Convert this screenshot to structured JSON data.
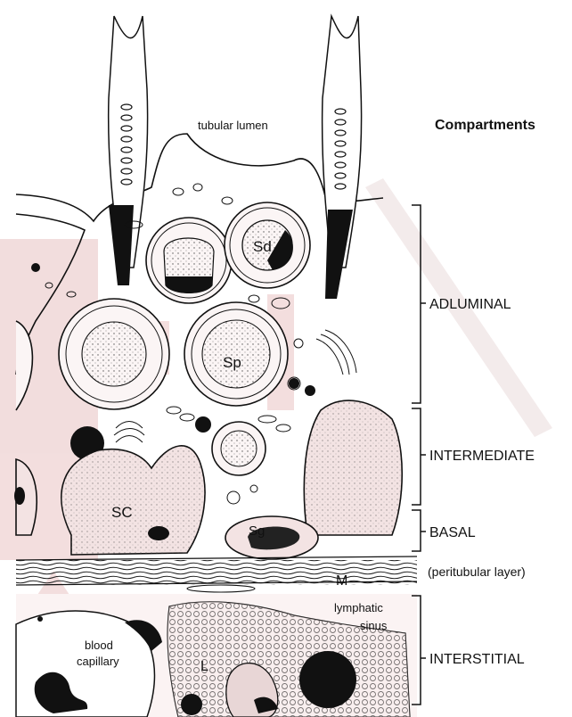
{
  "labels": {
    "tubular_lumen": "tubular lumen",
    "sd": "Sd",
    "sp": "Sp",
    "sc": "SC",
    "sg": "Sg",
    "m": "M",
    "lymphatic_sinus_1": "lymphatic",
    "lymphatic_sinus_2": "sinus",
    "blood_capillary_1": "blood",
    "blood_capillary_2": "capillary",
    "l": "L"
  },
  "compartments": {
    "heading": "Compartments",
    "adluminal": "ADLUMINAL",
    "intermediate": "INTERMEDIATE",
    "basal": "BASAL",
    "peritubular": "(peritubular  layer)",
    "interstitial": "INTERSTITIAL"
  },
  "colors": {
    "watermark": "#e9c2c2",
    "cell_fill": "#f7ecec",
    "ink": "#111111"
  }
}
